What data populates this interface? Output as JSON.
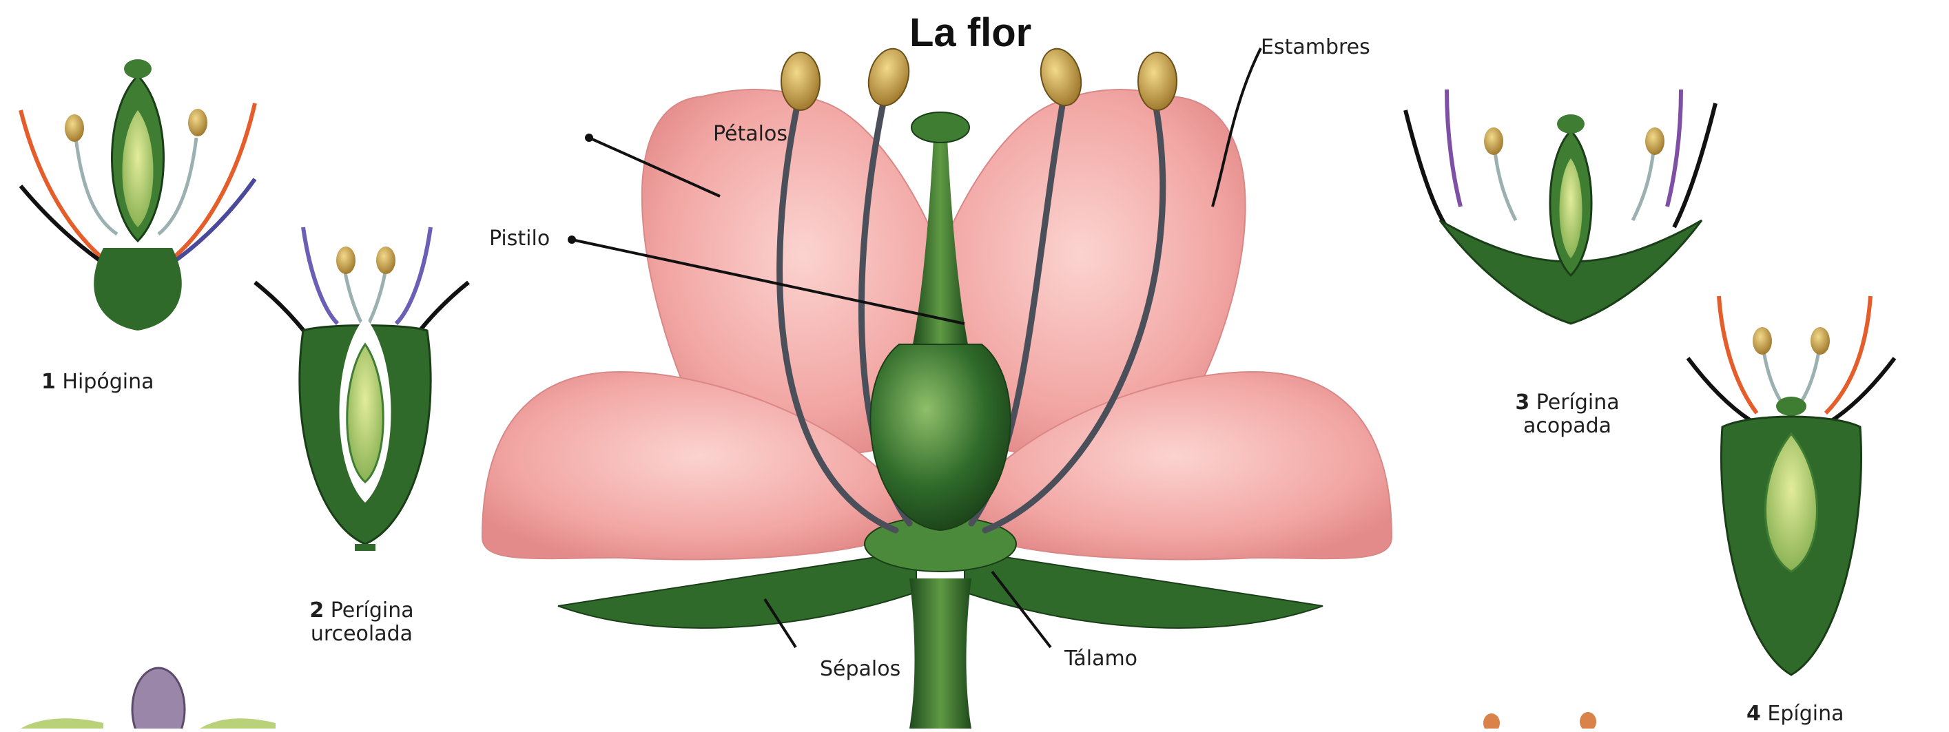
{
  "title": "La flor",
  "colors": {
    "petal": "#f2a7a4",
    "petal_dark": "#de7f7f",
    "stem": "#2f6a2a",
    "stem_light": "#6fa251",
    "ovary_light": "#c9d77a",
    "anther": "#c49a3a",
    "filament": "#4a4f5a"
  },
  "labels": {
    "petalos": "Pétalos",
    "pistilo": "Pistilo",
    "estambres": "Estambres",
    "sepalos": "Sépalos",
    "talamo": "Tálamo"
  },
  "types": [
    {
      "num": "1",
      "name": "Hipógina",
      "line2": ""
    },
    {
      "num": "2",
      "name": "Perígina",
      "line2": "urceolada"
    },
    {
      "num": "3",
      "name": "Perígina",
      "line2": "acopada"
    },
    {
      "num": "4",
      "name": "Epígina",
      "line2": ""
    }
  ]
}
